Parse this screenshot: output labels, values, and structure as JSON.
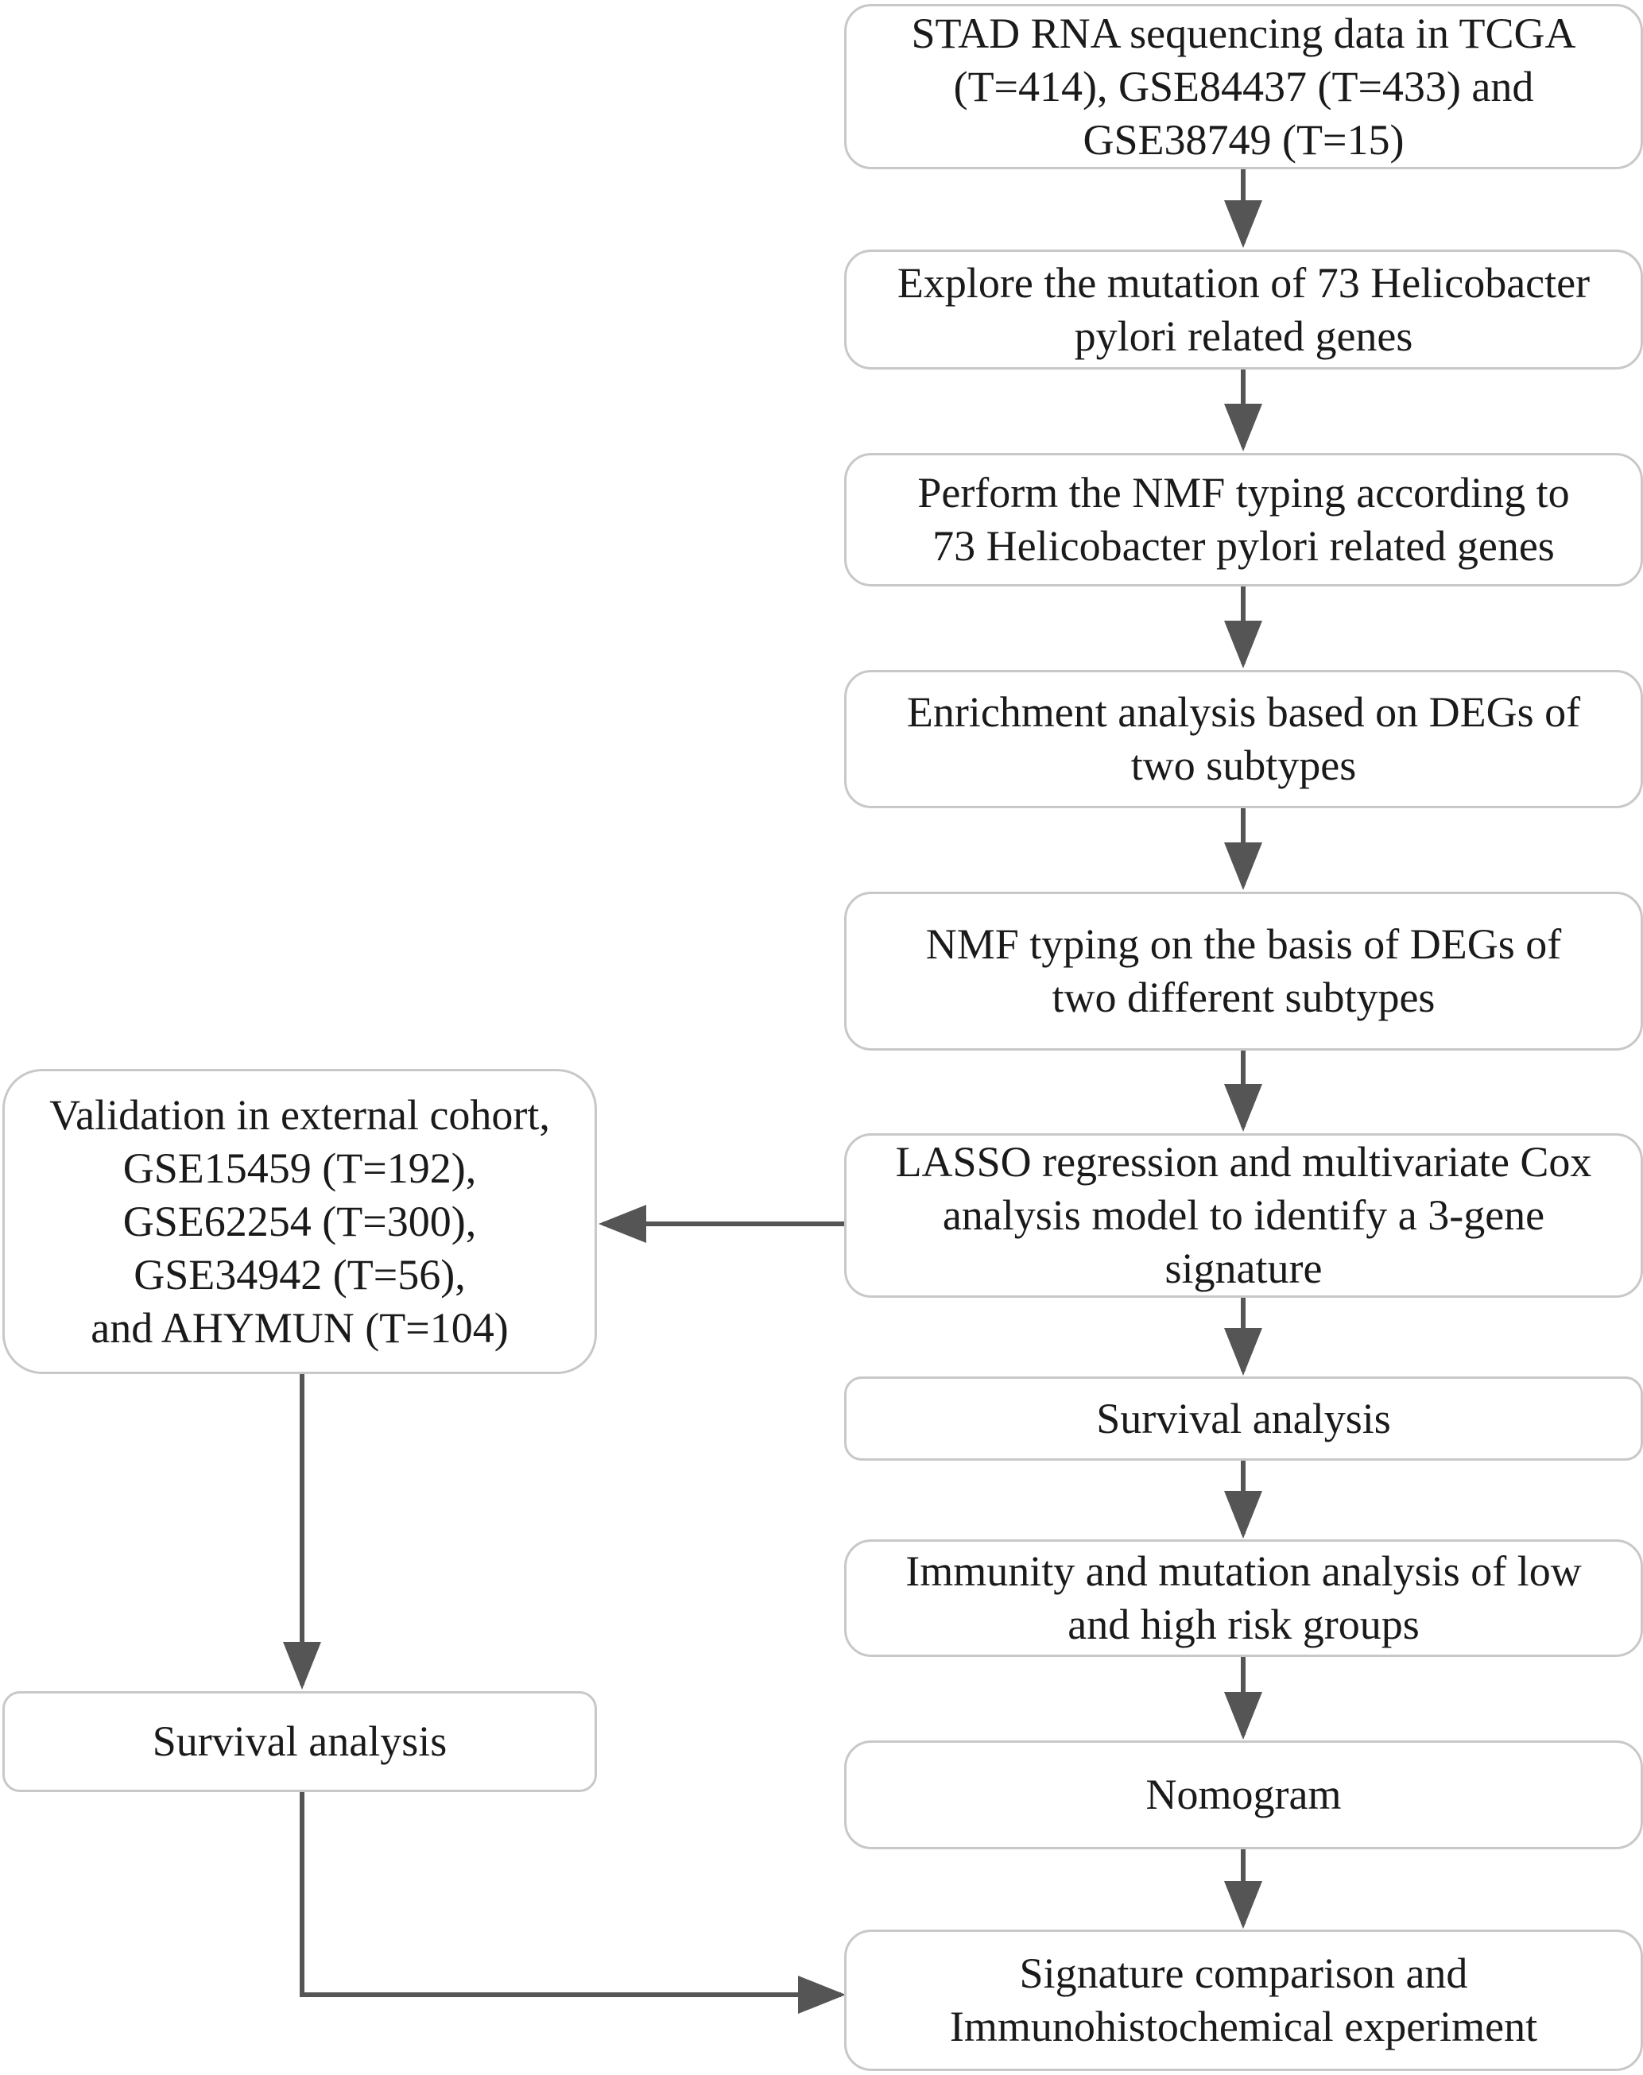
{
  "main_flow": [
    {
      "id": "stad-data",
      "text": "STAD RNA sequencing data in TCGA\n(T=414), GSE84437 (T=433) and\nGSE38749 (T=15)"
    },
    {
      "id": "explore-mutation",
      "text": "Explore the mutation of 73 Helicobacter\npylori related genes"
    },
    {
      "id": "nmf-typing-genes",
      "text": "Perform the NMF typing according to\n73 Helicobacter pylori  related genes"
    },
    {
      "id": "enrichment-analysis",
      "text": "Enrichment analysis based on DEGs of\ntwo subtypes"
    },
    {
      "id": "nmf-typing-degs",
      "text": "NMF typing on the basis of DEGs of\ntwo different subtypes"
    },
    {
      "id": "lasso-cox",
      "text": "LASSO regression and multivariate Cox\nanalysis model to identify a 3-gene\nsignature"
    },
    {
      "id": "survival-analysis-main",
      "text": "Survival analysis"
    },
    {
      "id": "immunity-mutation",
      "text": "Immunity and mutation analysis of low\nand high risk groups"
    },
    {
      "id": "nomogram",
      "text": "Nomogram"
    },
    {
      "id": "signature-comparison",
      "text": "Signature comparison and\nImmunohistochemical experiment"
    }
  ],
  "side_flow": [
    {
      "id": "validation-external",
      "text": "Validation in external cohort,\nGSE15459 (T=192),\nGSE62254 (T=300),\nGSE34942 (T=56),\nand AHYMUN (T=104)"
    },
    {
      "id": "survival-analysis-side",
      "text": "Survival analysis"
    }
  ],
  "colors": {
    "box_border": "#c8c8c8",
    "arrow": "#555555",
    "text": "#1a1a1a"
  }
}
